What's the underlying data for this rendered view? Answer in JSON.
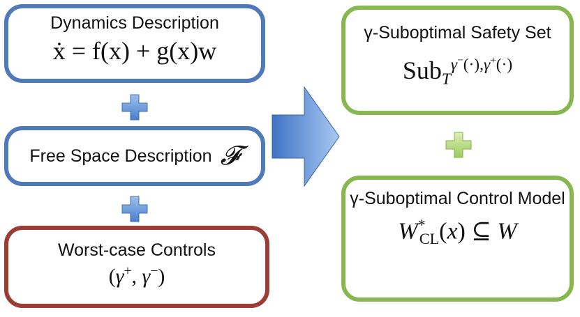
{
  "dynamics": {
    "title": "Dynamics Description",
    "equation": "ẋ = f(x) + g(x)w"
  },
  "free_space": {
    "title": "Free Space Description",
    "symbol": "𝓕"
  },
  "worst_case": {
    "title": "Worst-case Controls",
    "expression": "(γ⁺, γ⁻)"
  },
  "safety_set": {
    "title": "γ-Suboptimal Safety Set",
    "expression": "Sub_T^{γ⁻(·),γ⁺(·)}"
  },
  "control_model": {
    "title": "γ-Suboptimal Control Model",
    "expression": "W*_CL(x) ⊆ W"
  },
  "colors": {
    "blue": "#4f79b9",
    "red": "#9b3d35",
    "green": "#87b84f",
    "plus_blue": "#5b8fd6",
    "plus_green": "#b3d67a",
    "arrow": "#5b8fd6"
  },
  "icons": [
    "plus-icon",
    "plus-icon",
    "plus-icon",
    "right-arrow-icon"
  ]
}
